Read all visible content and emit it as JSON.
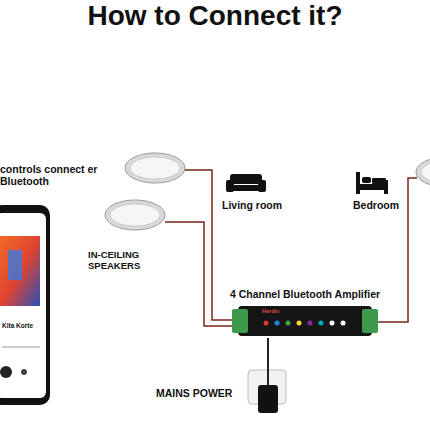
{
  "diagram": {
    "title": "How to Connect it?",
    "nodes": [
      {
        "text": [
          "IN-CEILING SPEAKERS"
        ]
      },
      {
        "text": [
          "4 Channel Bluetooth Amplifier"
        ]
      },
      {
        "text": [
          "Bedroom"
        ]
      },
      {
        "text": [
          "MAINS POWER"
        ]
      }
    ],
    "edges": [
      {
        "from": 0,
        "to": 1,
        "arrow": "none"
      },
      {
        "from": 1,
        "to": 2,
        "arrow": "none"
      },
      {
        "from": 3,
        "to": 1,
        "arrow": "none"
      }
    ],
    "labels": [
      "controls connect er Bluetooth",
      "Kita Korte",
      "Living room",
      "Herdio"
    ]
  }
}
